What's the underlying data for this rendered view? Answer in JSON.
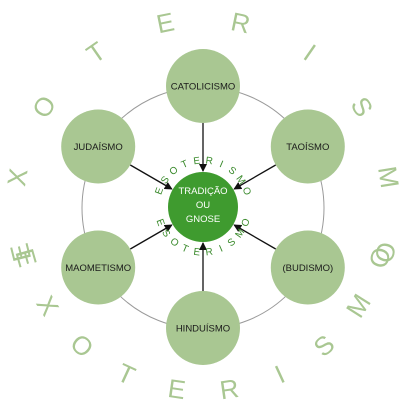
{
  "diagram": {
    "outer_ring_text": [
      "E",
      "X",
      "O",
      "T",
      "E",
      "R",
      "I",
      "S",
      "M",
      "O"
    ],
    "inner_ring_text": [
      "E",
      "S",
      "O",
      "T",
      "E",
      "R",
      "I",
      "S",
      "M",
      "O"
    ],
    "center": {
      "lines": [
        "TRADIÇÃO",
        "OU",
        "GNOSE"
      ]
    },
    "nodes": [
      {
        "id": "catolicismo",
        "label": "CATOLICISMO"
      },
      {
        "id": "taoismo",
        "label": "TAOÍSMO"
      },
      {
        "id": "budismo",
        "label": "(BUDISMO)"
      },
      {
        "id": "hinduismo",
        "label": "HINDUÍSMO"
      },
      {
        "id": "maometismo",
        "label": "MAOMETISMO"
      },
      {
        "id": "judaismo",
        "label": "JUDAÍSMO"
      }
    ]
  },
  "colors": {
    "node_fill": "#a9c792",
    "center_fill": "#3f9b2f",
    "outer_text": "#a9c792",
    "inner_text": "#3a8a2c",
    "ring_line": "#9a9a9a",
    "arrow": "#111111"
  }
}
